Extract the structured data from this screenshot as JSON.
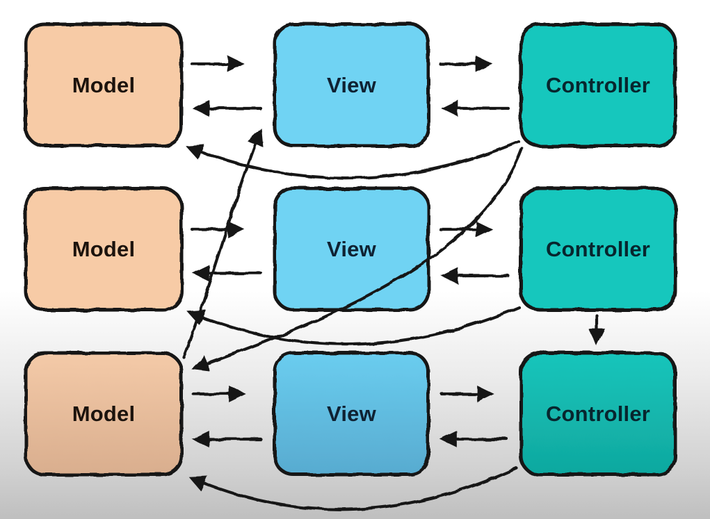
{
  "diagram": {
    "type": "architecture-diagram",
    "description": "Three Model-View-Controller triads stacked vertically with cross-links",
    "boxes": [
      {
        "id": "model-1",
        "label": "Model",
        "row": 1,
        "column": "model"
      },
      {
        "id": "view-1",
        "label": "View",
        "row": 1,
        "column": "view"
      },
      {
        "id": "controller-1",
        "label": "Controller",
        "row": 1,
        "column": "controller"
      },
      {
        "id": "model-2",
        "label": "Model",
        "row": 2,
        "column": "model"
      },
      {
        "id": "view-2",
        "label": "View",
        "row": 2,
        "column": "view"
      },
      {
        "id": "controller-2",
        "label": "Controller",
        "row": 2,
        "column": "controller"
      },
      {
        "id": "model-3",
        "label": "Model",
        "row": 3,
        "column": "model"
      },
      {
        "id": "view-3",
        "label": "View",
        "row": 3,
        "column": "view"
      },
      {
        "id": "controller-3",
        "label": "Controller",
        "row": 3,
        "column": "controller"
      }
    ],
    "connectors": [
      {
        "from": "model-1",
        "to": "view-1",
        "style": "straight"
      },
      {
        "from": "view-1",
        "to": "model-1",
        "style": "straight"
      },
      {
        "from": "view-1",
        "to": "controller-1",
        "style": "straight"
      },
      {
        "from": "controller-1",
        "to": "view-1",
        "style": "straight"
      },
      {
        "from": "model-2",
        "to": "view-2",
        "style": "straight"
      },
      {
        "from": "view-2",
        "to": "model-2",
        "style": "straight"
      },
      {
        "from": "view-2",
        "to": "controller-2",
        "style": "straight"
      },
      {
        "from": "controller-2",
        "to": "view-2",
        "style": "straight"
      },
      {
        "from": "model-3",
        "to": "view-3",
        "style": "straight"
      },
      {
        "from": "view-3",
        "to": "model-3",
        "style": "straight"
      },
      {
        "from": "view-3",
        "to": "controller-3",
        "style": "straight"
      },
      {
        "from": "controller-3",
        "to": "view-3",
        "style": "straight"
      },
      {
        "from": "controller-1",
        "to": "model-1",
        "style": "curve-under-row"
      },
      {
        "from": "controller-2",
        "to": "model-2",
        "style": "curve-under-row"
      },
      {
        "from": "controller-3",
        "to": "model-3",
        "style": "curve-under-row"
      },
      {
        "from": "controller-2",
        "to": "controller-3",
        "style": "straight-vertical"
      },
      {
        "from": "model-3",
        "to": "view-1",
        "style": "long-diagonal-up"
      },
      {
        "from": "controller-1",
        "to": "model-3",
        "style": "long-diagonal-down"
      }
    ],
    "colors": {
      "model_fill": "#F7CBA6",
      "view_fill": "#6FD3F3",
      "controller_fill": "#12C7BD",
      "model_fill_bottom_row": "#D9AE8E",
      "view_fill_bottom_row": "#58ABD0",
      "controller_fill_bottom_row": "#10A89F",
      "stroke": "#151515",
      "model_text": "#1c130d",
      "view_text": "#0f2233",
      "controller_text": "#07262e",
      "background_top": "#FFFFFF",
      "background_bottom": "#BFBFBF"
    }
  }
}
